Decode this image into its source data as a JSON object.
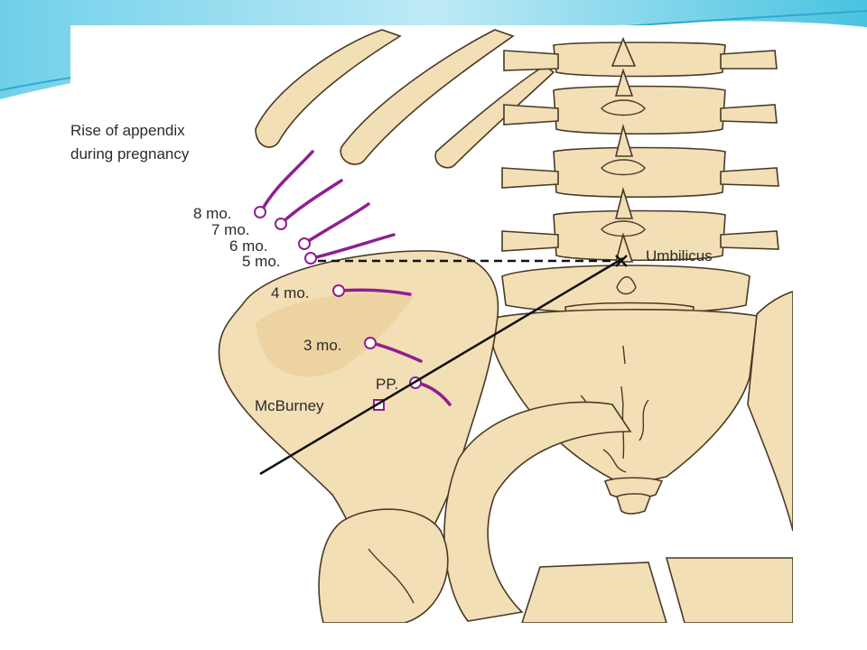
{
  "theme": {
    "slide_accent": "#49c3e0",
    "appendix_color": "#8f1f8f",
    "bone_color": "#f3dfb5",
    "bone_outline": "#4a3a26",
    "line_color": "#111111"
  },
  "diagram": {
    "title_lines": [
      "Rise of appendix",
      "during pregnancy"
    ],
    "stages": [
      {
        "label": "8 mo."
      },
      {
        "label": "7 mo."
      },
      {
        "label": "6 mo."
      },
      {
        "label": "5 mo."
      },
      {
        "label": "4 mo."
      },
      {
        "label": "3 mo."
      },
      {
        "label": "PP."
      }
    ],
    "mcburney_label": "McBurney",
    "umbilicus_label": "Umbilicus"
  }
}
